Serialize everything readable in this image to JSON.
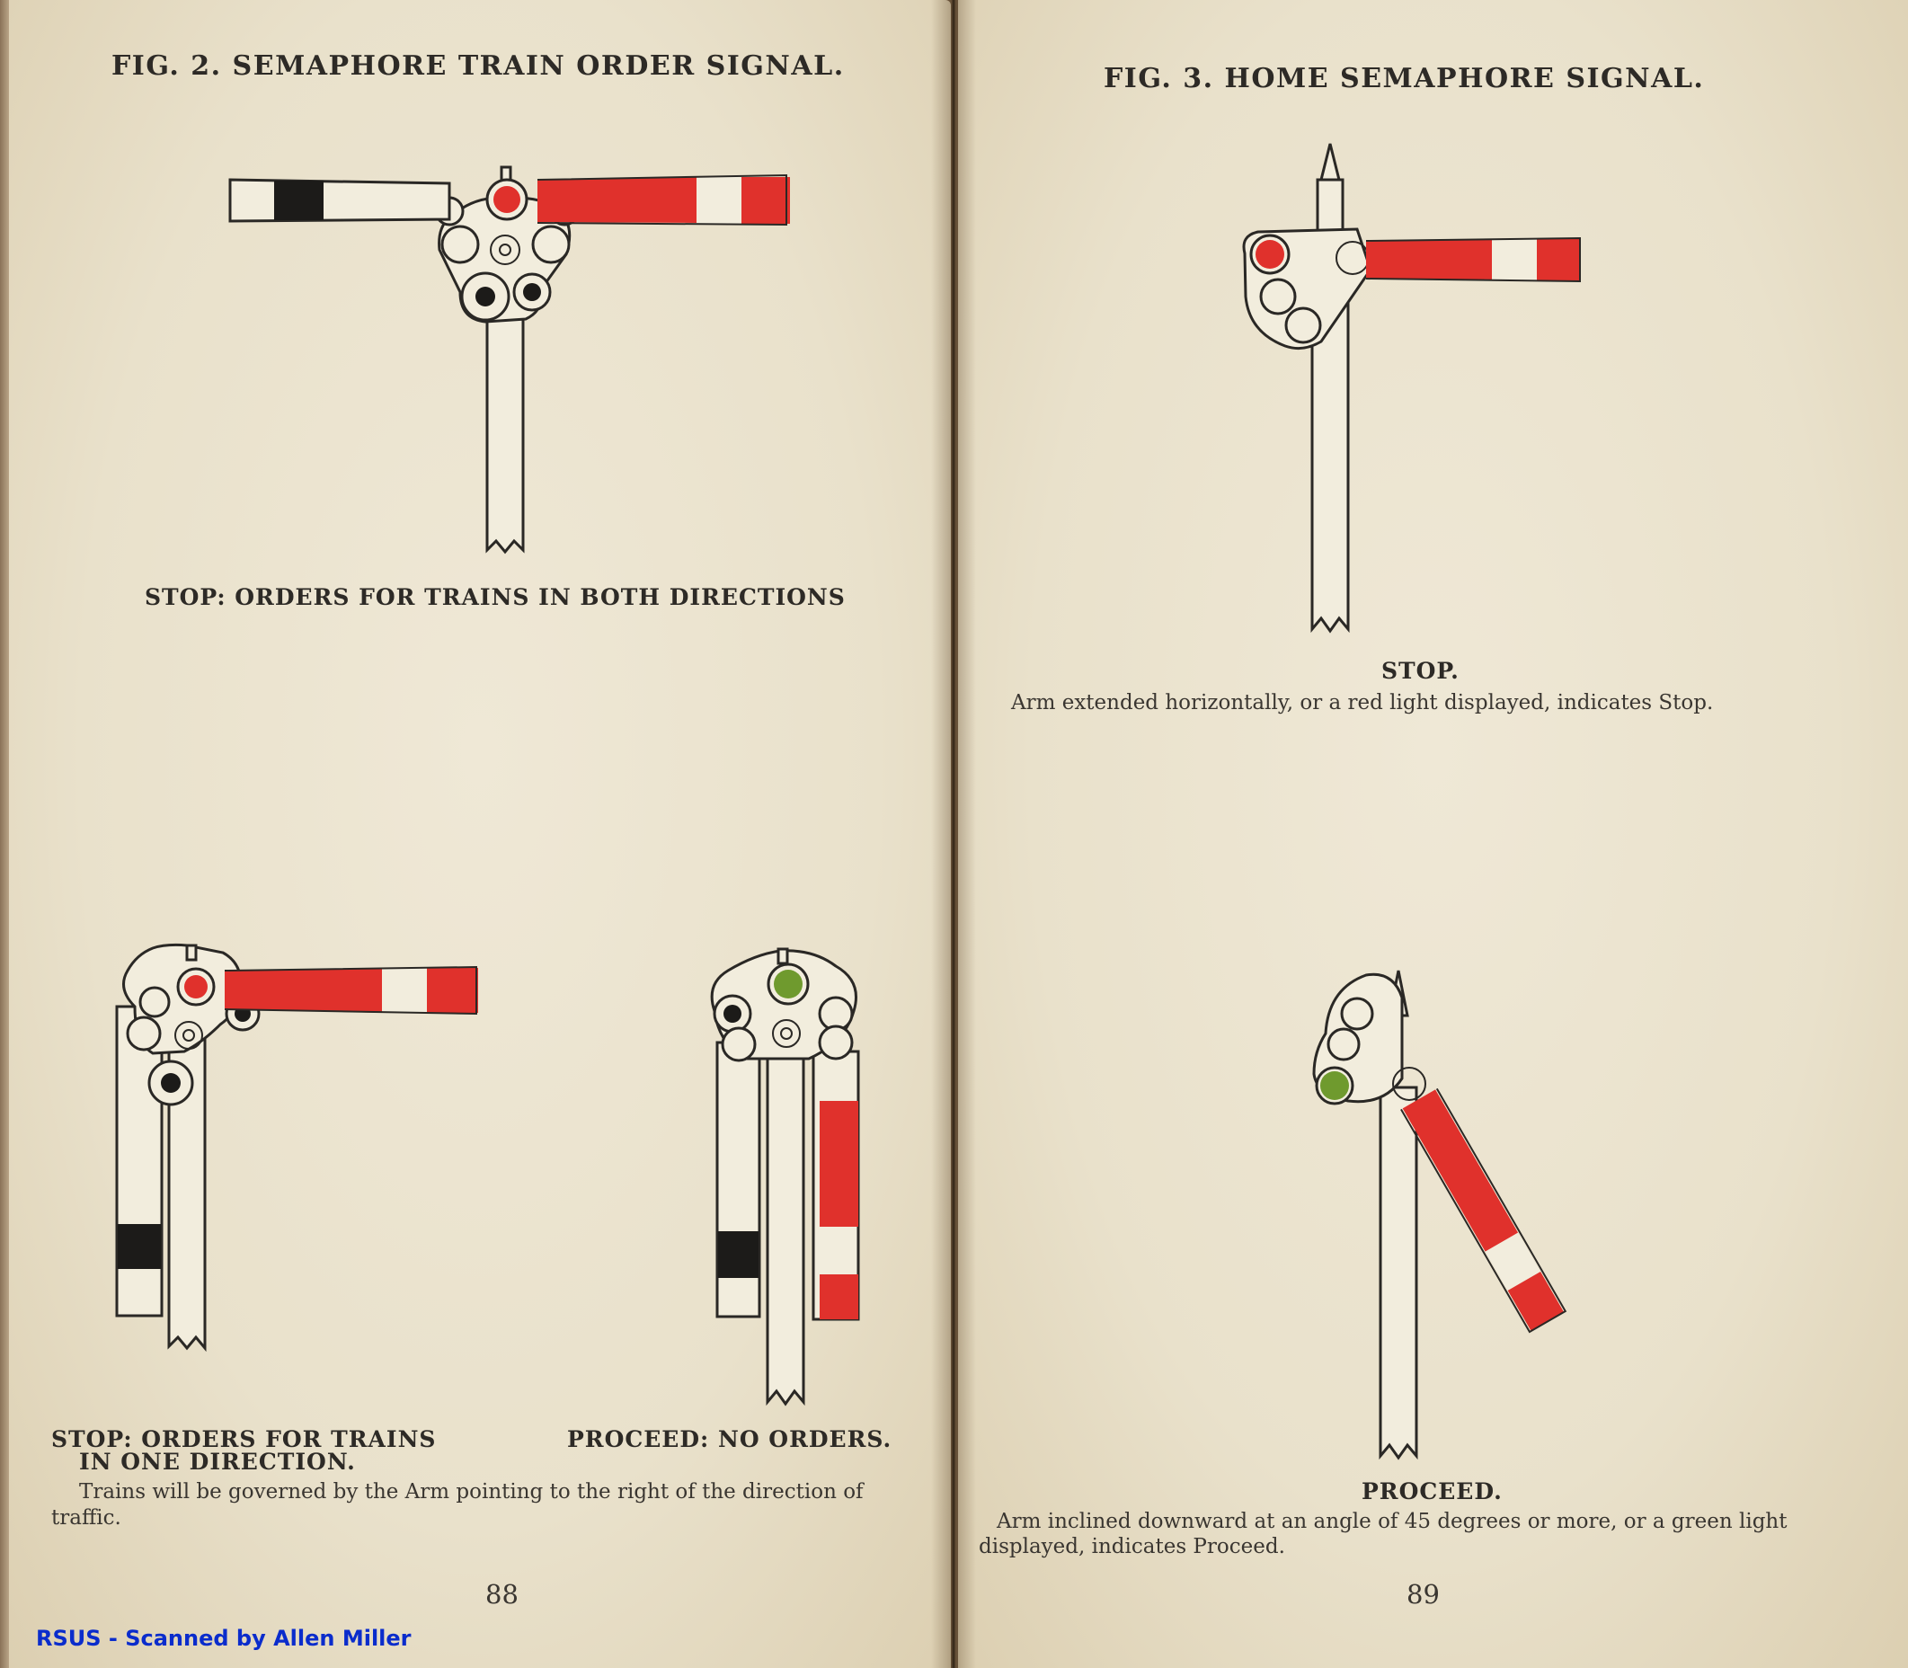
{
  "left_page": {
    "figure_title": "FIG. 2.   SEMAPHORE TRAIN ORDER SIGNAL.",
    "caption_top": "STOP: ORDERS FOR TRAINS IN BOTH DIRECTIONS",
    "caption_bottom_left_line1": "STOP:  ORDERS  FOR  TRAINS",
    "caption_bottom_left_line2": "IN ONE DIRECTION.",
    "caption_bottom_right": "PROCEED:  NO ORDERS.",
    "note_line1": "Trains will be governed by the Arm pointing to the right of the direction of",
    "note_line2": "traffic.",
    "page_number": "88"
  },
  "right_page": {
    "figure_title": "FIG. 3.   HOME SEMAPHORE SIGNAL.",
    "stop_heading": "STOP.",
    "stop_text": "Arm extended horizontally, or a red light displayed, indicates Stop.",
    "proceed_heading": "PROCEED.",
    "proceed_text_line1": "Arm inclined downward at an angle of 45 degrees or more, or  a  green light",
    "proceed_text_line2": "displayed, indicates Proceed.",
    "page_number": "89"
  },
  "credit": "RSUS - Scanned by Allen Miller",
  "colors": {
    "signal_red": "#e0312c",
    "signal_green": "#6f9a2e",
    "ink": "#2a2825",
    "paper": "#ece5d1",
    "credit_blue": "#0a2ccc"
  }
}
